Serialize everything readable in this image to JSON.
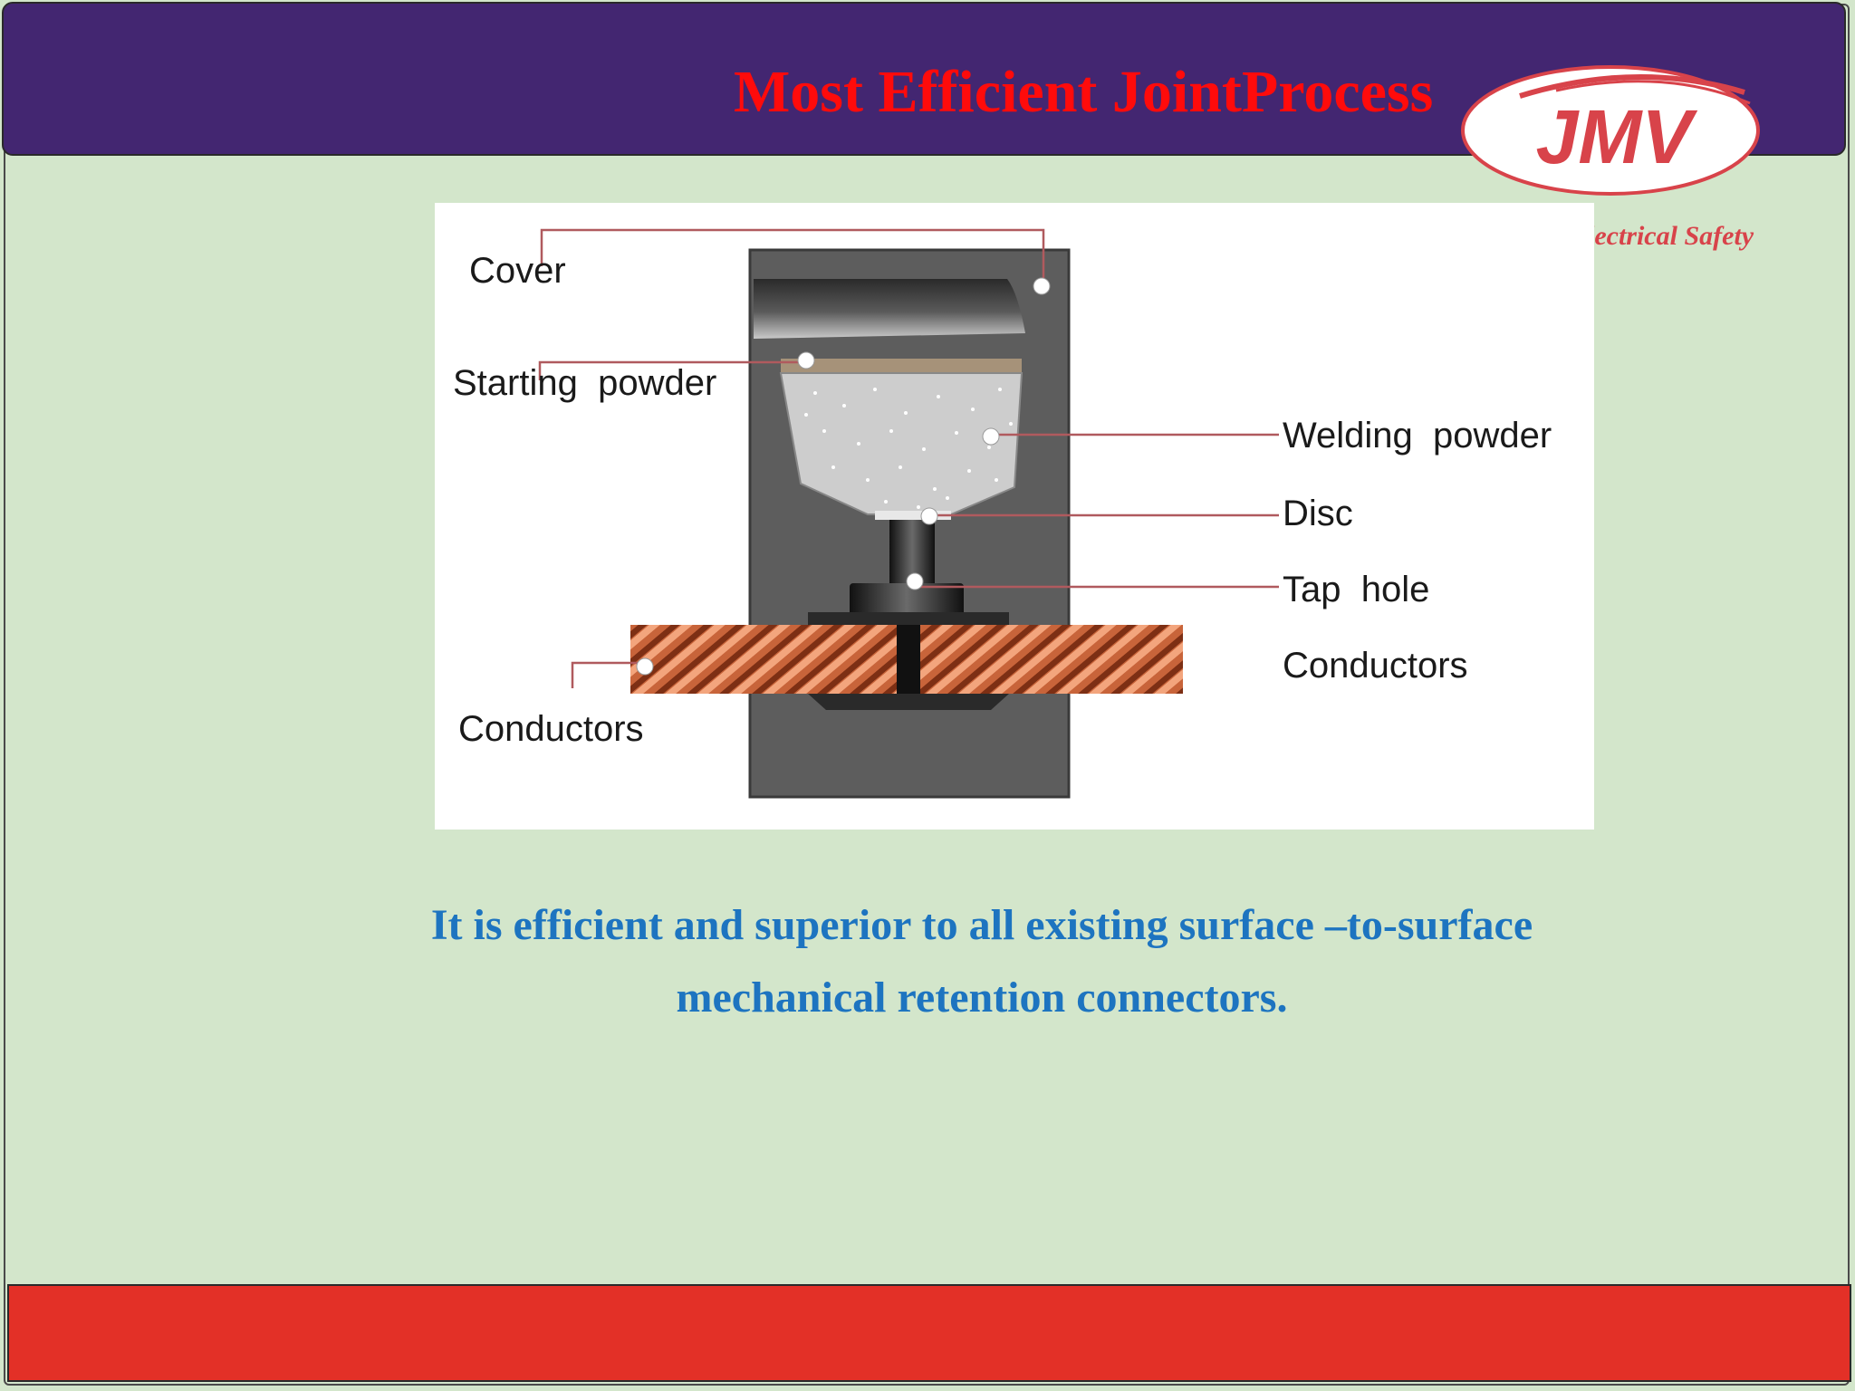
{
  "header": {
    "title": "Most Efficient JointProcess",
    "logo_text": "JMV",
    "tagline": "lectrical Safety"
  },
  "diagram": {
    "labels": {
      "cover": "Cover",
      "starting_powder": "Starting  powder",
      "welding_powder": "Welding  powder",
      "disc": "Disc",
      "tap_hole": "Tap  hole",
      "conductors_right": "Conductors",
      "conductors_left": "Conductors"
    }
  },
  "caption": {
    "line1": "It is efficient and superior to all existing surface –to-surface",
    "line2": "mechanical retention connectors."
  },
  "colors": {
    "header_bg": "#432671",
    "title": "#ff0b0b",
    "background": "#d3e6cb",
    "caption": "#1d74c0",
    "footer": "#e33027",
    "logo": "#d8434a"
  }
}
